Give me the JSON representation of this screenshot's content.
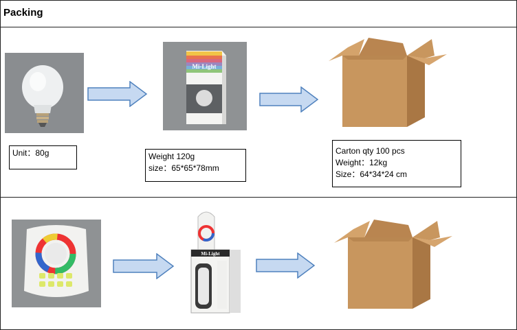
{
  "header": {
    "title": "Packing"
  },
  "row1": {
    "unit_box": {
      "line1": "Unit：80g"
    },
    "pack_box": {
      "line1": "Weight 120g",
      "line2": "size：65*65*78mm"
    },
    "carton_box": {
      "line1": "Carton qty 100 pcs",
      "line2": "Weight：12kg",
      "line3": "Size：64*34*24 cm"
    },
    "product_photo": "led-bulb",
    "package_photo": "mi-light-bulb-box",
    "carton_icon": "open-cardboard-box"
  },
  "row2": {
    "product_photo": "rgbw-touch-remote",
    "package_photo": "mi-light-remote-box",
    "carton_icon": "open-cardboard-box"
  },
  "brand": {
    "name": "Mi-Light"
  },
  "colors": {
    "arrow_fill": "#c6d9f1",
    "arrow_stroke": "#4f81bd",
    "carton": "#c8965e",
    "carton_dark": "#a97744",
    "photo_bg": "#8c8f91"
  }
}
